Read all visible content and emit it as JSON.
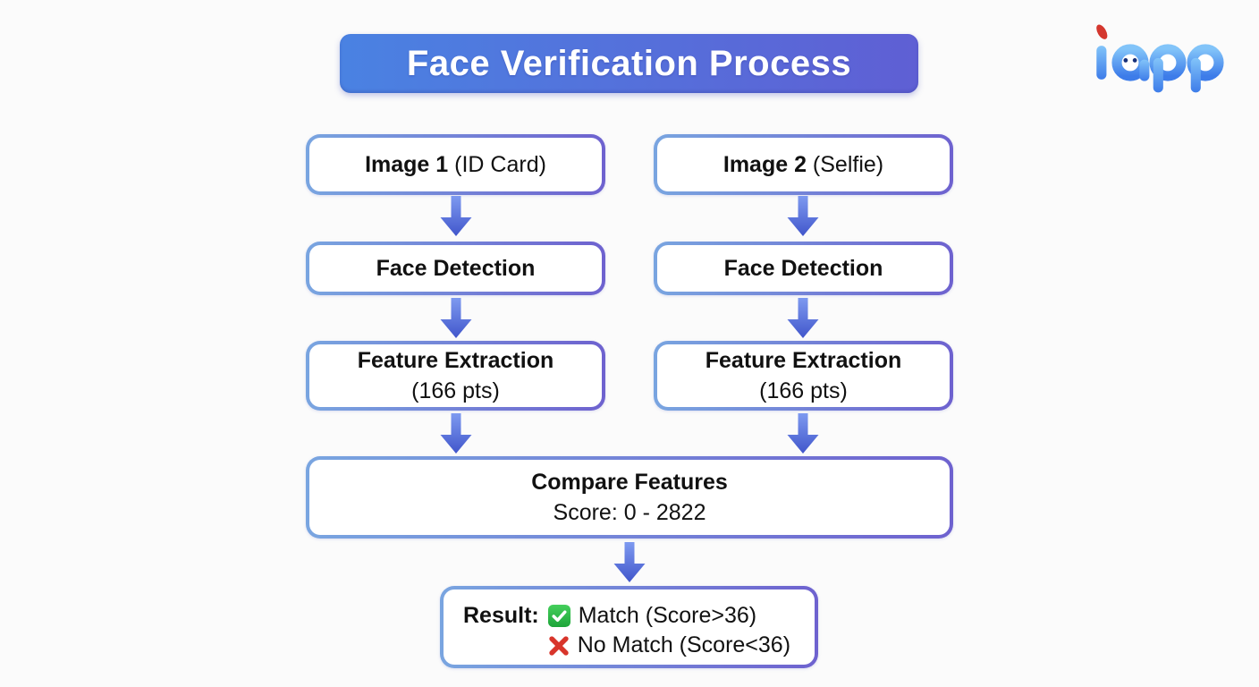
{
  "page": {
    "background": "#fbfbfb"
  },
  "header": {
    "title": "Face Verification Process",
    "logo_text": "iapp"
  },
  "flow": {
    "columns": [
      {
        "steps": [
          {
            "title": "Image 1",
            "suffix": " (ID Card)",
            "subtitle": ""
          },
          {
            "title": "Face Detection",
            "suffix": "",
            "subtitle": ""
          },
          {
            "title": "Feature Extraction",
            "suffix": "",
            "subtitle": "(166 pts)"
          }
        ]
      },
      {
        "steps": [
          {
            "title": "Image 2",
            "suffix": " (Selfie)",
            "subtitle": ""
          },
          {
            "title": "Face Detection",
            "suffix": "",
            "subtitle": ""
          },
          {
            "title": "Feature Extraction",
            "suffix": "",
            "subtitle": "(166 pts)"
          }
        ]
      }
    ],
    "merge": {
      "title": "Compare Features",
      "subtitle": "Score: 0 - 2822"
    },
    "result": {
      "label": "Result:",
      "lines": [
        {
          "icon": "check-emoji",
          "text": "Match (Score>36)"
        },
        {
          "icon": "cross-emoji",
          "text": "No Match (Score<36)"
        }
      ]
    }
  },
  "colors": {
    "page_bg": "#fbfbfb",
    "title_grad_left": "#4a82e2",
    "title_grad_right": "#5f5fd4",
    "border_left": "#79a5e0",
    "border_right": "#6e62cf",
    "arrow_top": "#7e9af0",
    "arrow_bottom": "#4156cb",
    "check_green": "#2dbf4e",
    "cross_red": "#d8352b",
    "logo_blue_top": "#82c4f9",
    "logo_blue_bottom": "#3d7ce9",
    "logo_red": "#d4372e",
    "text": "#111111"
  }
}
